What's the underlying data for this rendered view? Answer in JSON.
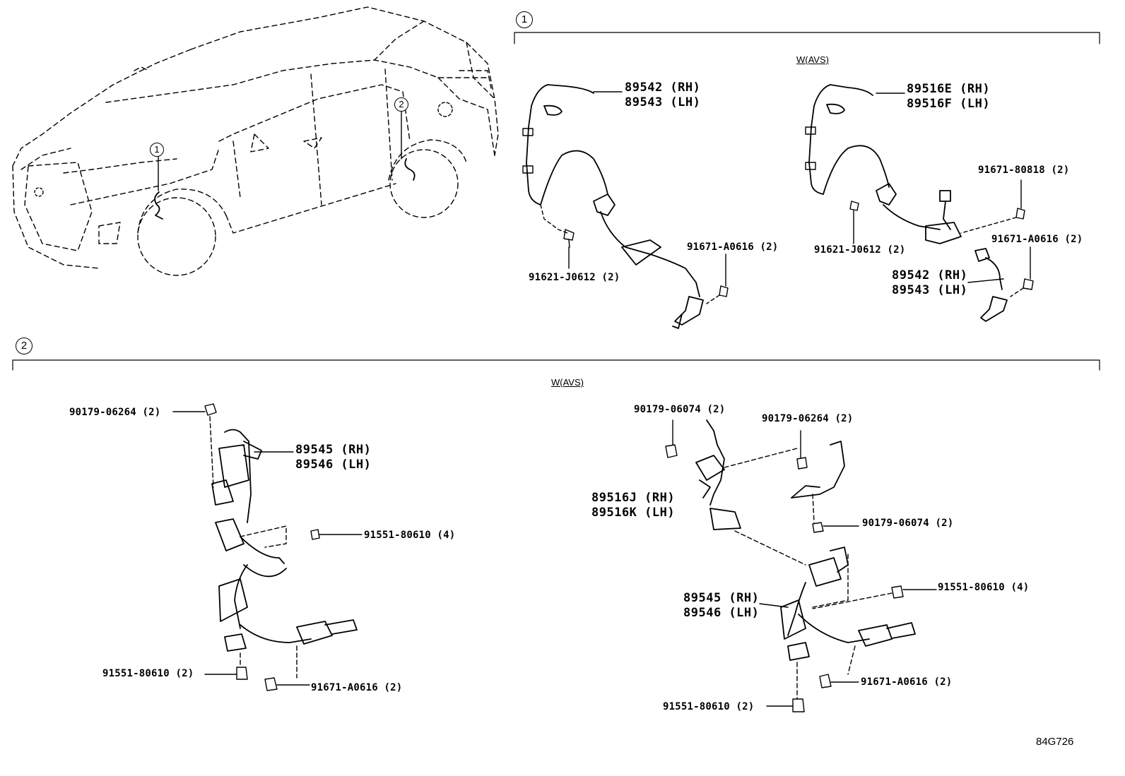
{
  "vehicle": {
    "callout_1": "1",
    "callout_2": "2"
  },
  "section1": {
    "marker": "1",
    "left": {
      "sensor_rh": "89542 (RH)",
      "sensor_lh": "89543 (LH)",
      "bolt_a": "91671-A0616 (2)",
      "bolt_b": "91621-J0612 (2)"
    },
    "right": {
      "variant": "W(AVS)",
      "sensor_rh": "89516E (RH)",
      "sensor_lh": "89516F (LH)",
      "bolt_c": "91671-80818 (2)",
      "bolt_a": "91671-A0616 (2)",
      "bolt_b": "91621-J0612 (2)",
      "sub_sensor_rh": "89542 (RH)",
      "sub_sensor_lh": "89543 (LH)"
    }
  },
  "section2": {
    "marker": "2",
    "variant": "W(AVS)",
    "left": {
      "nut": "90179-06264 (2)",
      "sensor_rh": "89545 (RH)",
      "sensor_lh": "89546 (LH)",
      "bolt_top": "91551-80610 (4)",
      "bolt_bottom": "91551-80610 (2)",
      "bolt_a": "91671-A0616 (2)"
    },
    "right": {
      "nut_a": "90179-06074 (2)",
      "nut_b": "90179-06264 (2)",
      "wire_rh": "89516J (RH)",
      "wire_lh": "89516K (LH)",
      "nut_c": "90179-06074 (2)",
      "bolt_top": "91551-80610 (4)",
      "sensor_rh": "89545 (RH)",
      "sensor_lh": "89546 (LH)",
      "bolt_a": "91671-A0616 (2)",
      "bolt_bottom": "91551-80610 (2)"
    }
  },
  "diagram_code": "84G726"
}
